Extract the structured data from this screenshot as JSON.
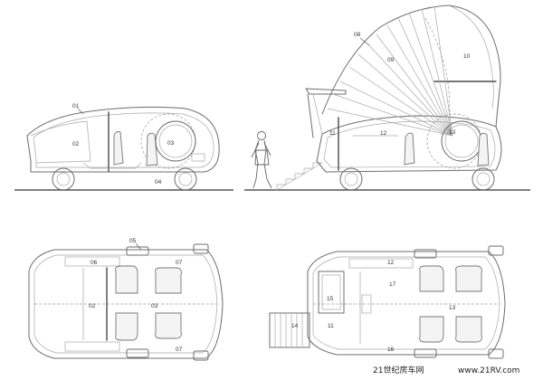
{
  "labels": {
    "l01": "01",
    "l02": "02",
    "l03": "03",
    "l04": "04",
    "l08": "08",
    "l09": "09",
    "l10": "10",
    "l11": "11",
    "l12": "12",
    "l13": "13",
    "p05": "05",
    "p06": "06",
    "p07a": "07",
    "p02": "02",
    "p03": "03",
    "p07b": "07",
    "q12": "12",
    "q17": "17",
    "q15": "15",
    "q13": "13",
    "q14": "14",
    "q11": "11",
    "q16": "16"
  },
  "watermark": {
    "brand": "21世纪房车网",
    "url": "www.21RV.com"
  },
  "colors": {
    "line": "#6d6d6d",
    "ground": "#555555",
    "background": "#ffffff"
  }
}
